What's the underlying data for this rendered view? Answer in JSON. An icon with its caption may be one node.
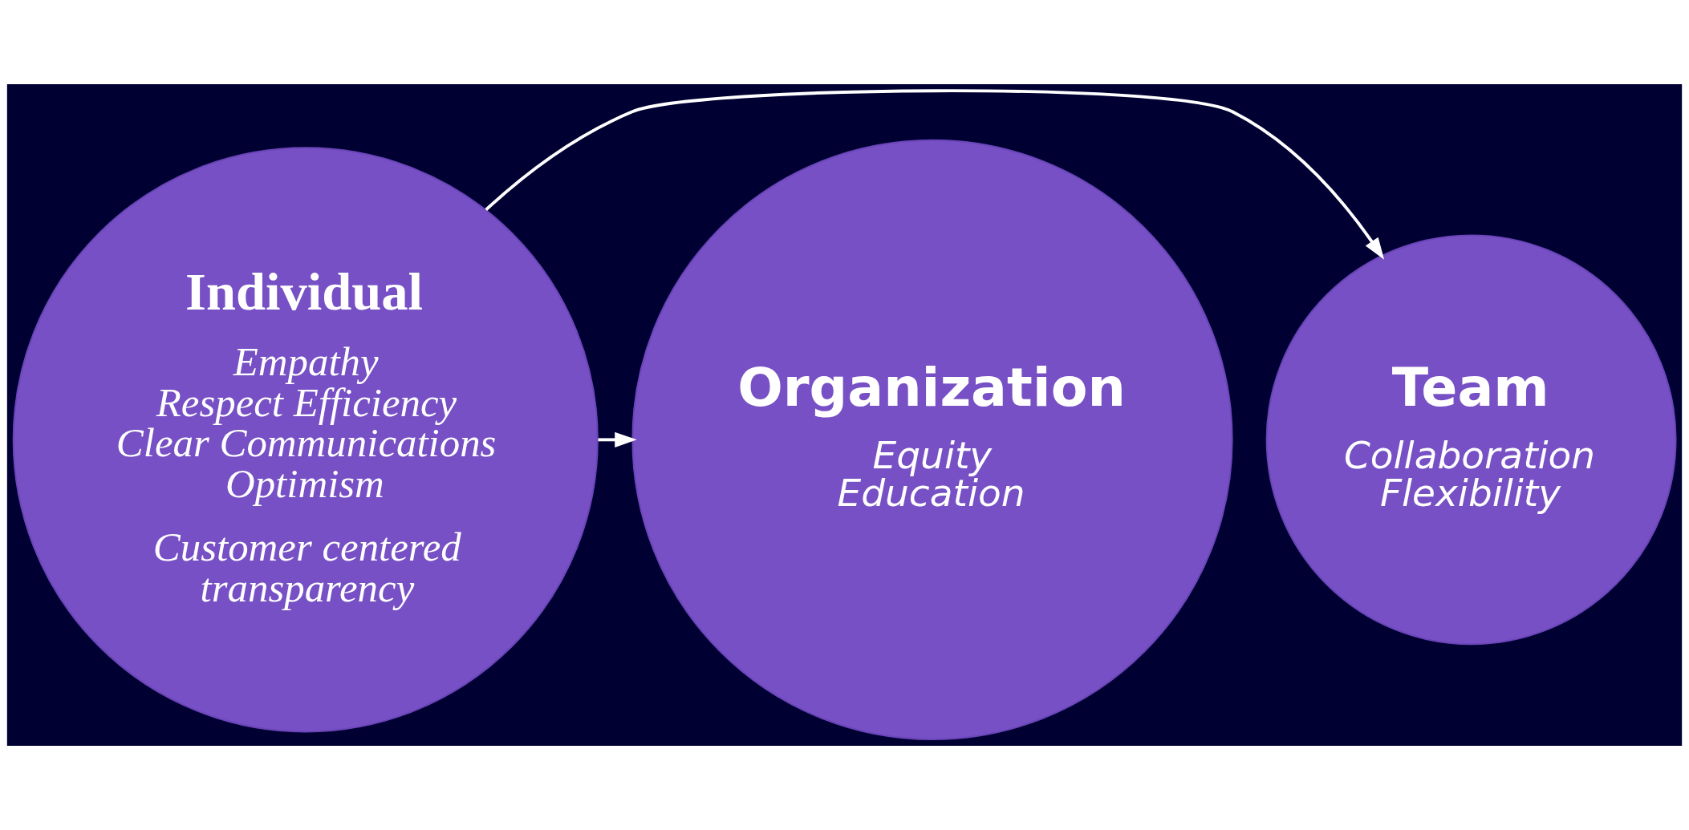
{
  "diagram": {
    "nodes": [
      {
        "text": [
          "Team",
          "Collaboration Flexibility"
        ]
      },
      {
        "text": [
          "Individual",
          "Empathy Respect Efficiency Clear Communications Optimism",
          "Customer centered transparency"
        ]
      },
      {
        "text": [
          "Organization",
          "Equity Education"
        ]
      }
    ],
    "edges": [
      {
        "from": 1,
        "to": 0,
        "arrow": "to"
      },
      {
        "from": 1,
        "to": 2,
        "arrow": "to"
      }
    ]
  }
}
